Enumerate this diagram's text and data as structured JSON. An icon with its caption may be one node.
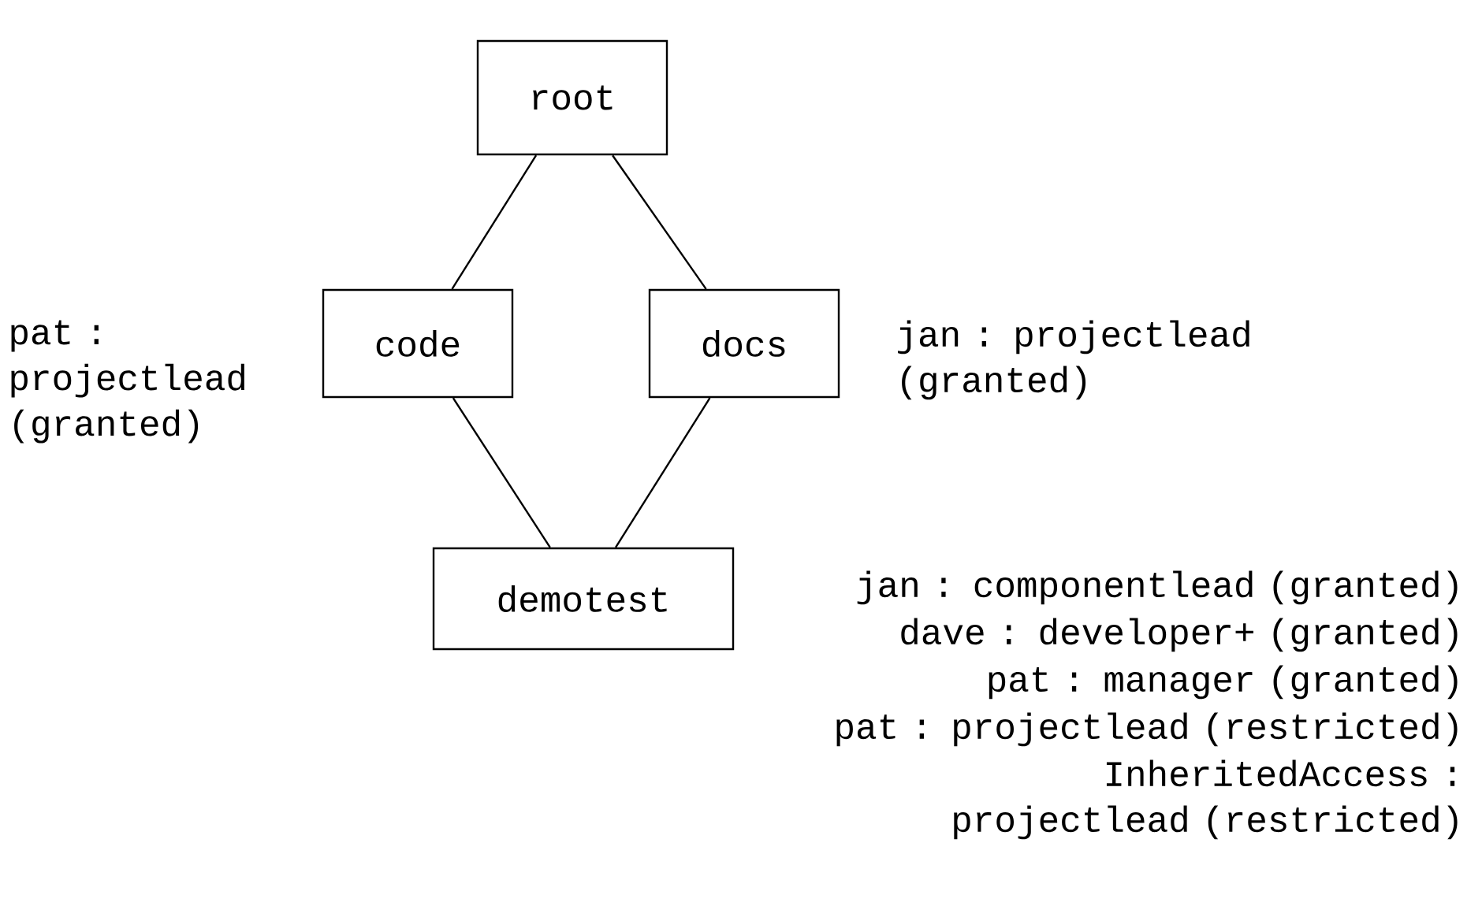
{
  "diagram": {
    "nodes": [
      {
        "text": [
          "root"
        ]
      },
      {
        "text": [
          "code"
        ],
        "beside": [
          "pat : projectlead (granted)"
        ]
      },
      {
        "text": [
          "docs"
        ],
        "beside": [
          "jan : projectlead (granted)"
        ]
      },
      {
        "text": [
          "demotest"
        ],
        "beside": [
          "jan : componentlead (granted)",
          "dave : developer+ (granted)",
          "pat : manager (granted)",
          "pat : projectlead (restricted)",
          "InheritedAccess : projectlead (restricted)"
        ]
      }
    ],
    "edges": [
      {
        "from": 0,
        "to": 1,
        "arrow": "none"
      },
      {
        "from": 0,
        "to": 2,
        "arrow": "none"
      },
      {
        "from": 1,
        "to": 3,
        "arrow": "none"
      },
      {
        "from": 2,
        "to": 3,
        "arrow": "none"
      }
    ]
  }
}
